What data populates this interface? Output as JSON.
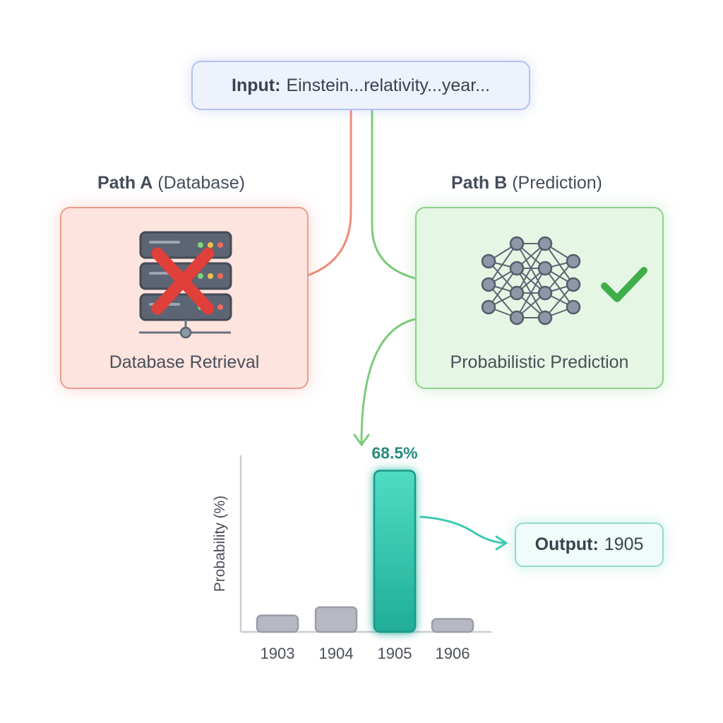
{
  "input": {
    "prefix": "Input:",
    "text": "Einstein...relativity...year..."
  },
  "path_a": {
    "title_bold": "Path A",
    "title_rest": "(Database)",
    "card_label": "Database Retrieval",
    "icon": "database-server-icon",
    "status_icon": "red-x-icon",
    "color": "#ee8c7a"
  },
  "path_b": {
    "title_bold": "Path B",
    "title_rest": "(Prediction)",
    "card_label": "Probabilistic Prediction",
    "icon": "neural-network-icon",
    "status_icon": "green-checkmark-icon",
    "color": "#7ccb7a"
  },
  "output": {
    "prefix": "Output:",
    "value": "1905"
  },
  "chart_data": {
    "type": "bar",
    "categories": [
      "1903",
      "1904",
      "1905",
      "1906"
    ],
    "values": [
      7,
      10.5,
      68.5,
      5.5
    ],
    "highlight_index": 2,
    "highlight_label": "68.5%",
    "ylabel": "Probability (%)",
    "xlabel": "",
    "ylim": [
      0,
      75
    ],
    "grid": false,
    "colors": {
      "bar": "#b7b9c2",
      "bar_stroke": "#9a9da8",
      "highlight": "#2cc6ad",
      "highlight_label": "#238a7c",
      "axis": "#c9ccd3",
      "tick_label": "#4a4f5a"
    }
  }
}
